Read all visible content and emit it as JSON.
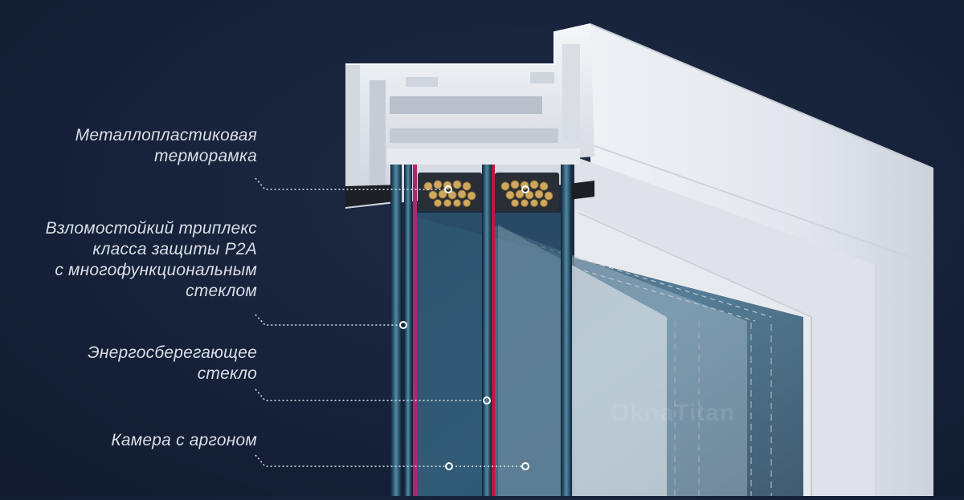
{
  "labels": [
    {
      "id": "frame",
      "lines": [
        "Металлопластиковая",
        "терморамка"
      ]
    },
    {
      "id": "triplex",
      "lines": [
        "Взломостойкий триплекс",
        "класса защиты P2A",
        "с многофункциональным",
        "стеклом"
      ]
    },
    {
      "id": "energy",
      "lines": [
        "Энергосберегающее",
        "стекло"
      ]
    },
    {
      "id": "argon",
      "lines": [
        "Камера с аргоном"
      ]
    }
  ],
  "watermark": "OknaTitan",
  "colors": {
    "background": "#16223a",
    "profile": "#e9ecf1",
    "glass": "#3d6f8c",
    "accent_red": "#c0163a",
    "accent_magenta": "#b2246e",
    "desiccant": "#c9a35a",
    "label_text": "#d9dee7"
  }
}
